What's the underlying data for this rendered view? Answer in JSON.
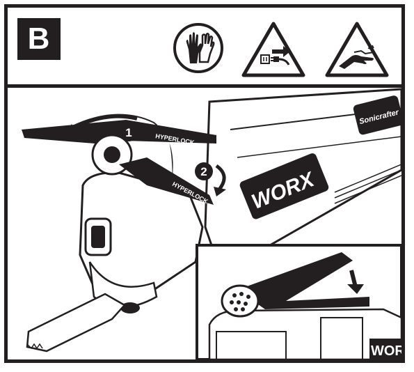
{
  "step": {
    "label": "B"
  },
  "header_icons": [
    "gloves-icon",
    "unplug-warning-icon",
    "sharp-blade-warning-icon"
  ],
  "tool": {
    "brand_body": "WORX",
    "brand_inset": "WORX",
    "model_text": "Sonicrafter",
    "lever_text_top": "HYPERLOCK",
    "lever_text_bottom": "HYPERLOCK"
  },
  "callouts": [
    "1",
    "2"
  ]
}
